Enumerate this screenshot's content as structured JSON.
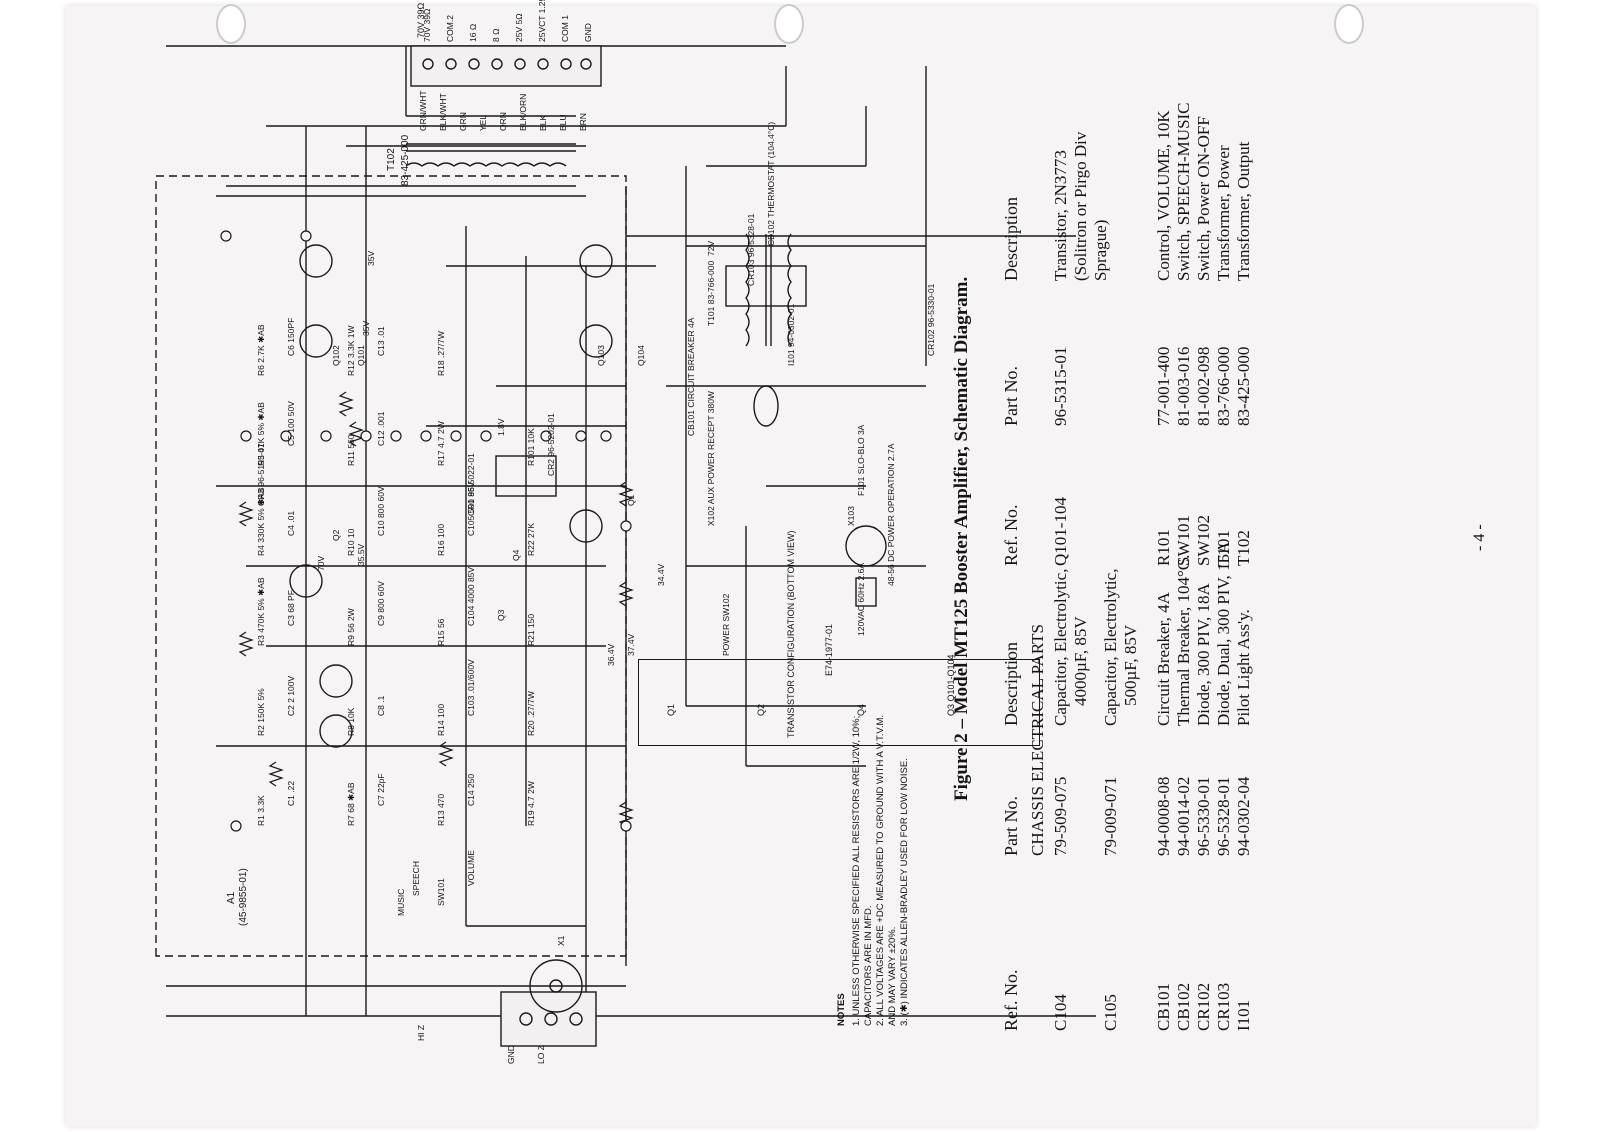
{
  "figure_caption": "Figure 2 – Model MT125 Booster Amplifier, Schematic Diagram.",
  "page_number": "- 4 -",
  "drawing_number": "E74-1977-01",
  "notes": {
    "title": "NOTES",
    "items": [
      "1. UNLESS OTHERWISE SPECIFIED ALL RESISTORS ARE 1/2W, 10%; CAPACITORS ARE IN MFD.",
      "2. ALL VOLTAGES ARE +DC MEASURED TO GROUND WITH A V.T.V.M. AND MAY VARY ±20%.",
      "3. (✱) INDICATES ALLEN-BRADLEY USED FOR LOW NOISE."
    ]
  },
  "transistor_config": {
    "title": "TRANSISTOR CONFIGURATION (BOTTOM VIEW)",
    "labels": [
      "Q1",
      "Q2",
      "Q4",
      "Q3 Q101-Q104"
    ]
  },
  "parts_table_left": {
    "headers": [
      "Ref. No.",
      "Part No.",
      "Description"
    ],
    "section_title": "CHASSIS ELECTRICAL PARTS",
    "rows": [
      {
        "ref": "C104",
        "part": "79-509-075",
        "desc": "Capacitor, Electrolytic,",
        "desc2": "4000µF, 85V"
      },
      {
        "ref": "C105",
        "part": "79-009-071",
        "desc": "Capacitor, Electrolytic,",
        "desc2": "500µF, 85V"
      },
      {
        "ref": "CB101",
        "part": "94-0008-08",
        "desc": "Circuit Breaker, 4A"
      },
      {
        "ref": "CB102",
        "part": "94-0014-02",
        "desc": "Thermal Breaker, 104°C."
      },
      {
        "ref": "CR102",
        "part": "96-5330-01",
        "desc": "Diode, 300 PIV, 18A"
      },
      {
        "ref": "CR103",
        "part": "96-5328-01",
        "desc": "Diode, Dual, 300 PIV, 15A"
      },
      {
        "ref": "I101",
        "part": "94-0302-04",
        "desc": "Pilot Light Ass'y."
      }
    ]
  },
  "parts_table_right": {
    "headers": [
      "Ref. No.",
      "Part No.",
      "Description"
    ],
    "rows": [
      {
        "ref": "Q101-104",
        "part": "96-5315-01",
        "desc": "Transistor, 2N3773",
        "desc2": "(Solitron or Pirgo Div",
        "desc3": "Sprague)"
      },
      {
        "ref": "R101",
        "part": "77-001-400",
        "desc": "Control, VOLUME, 10K"
      },
      {
        "ref": "SW101",
        "part": "81-003-016",
        "desc": "Switch, SPEECH-MUSIC"
      },
      {
        "ref": "SW102",
        "part": "81-002-098",
        "desc": "Switch, Power ON-OFF"
      },
      {
        "ref": "T101",
        "part": "83-766-000",
        "desc": "Transformer, Power"
      },
      {
        "ref": "T102",
        "part": "83-425-000",
        "desc": "Transformer, Output"
      }
    ]
  },
  "schematic_labels": {
    "board": "A1",
    "board_part": "(45-9855-01)",
    "output_transformer": "T102",
    "output_transformer_part": "83-425-000",
    "taps": [
      "70V 39Ω",
      "COM.2",
      "16 Ω",
      "8 Ω",
      "25V 5Ω",
      "25VCT 1.25Ω",
      "COM 1",
      "GND"
    ],
    "wire_colors": [
      "GRN/WHT",
      "BLK/WHT",
      "GRN",
      "YEL",
      "ORN",
      "BLK/ORN",
      "BLK",
      "BLU",
      "BRN"
    ],
    "transistors": [
      "Q1",
      "Q2",
      "Q3",
      "Q4",
      "Q101",
      "Q102",
      "Q103",
      "Q104"
    ],
    "voltages": [
      "70V",
      "35.5V",
      "35V",
      "35V",
      "34.4V",
      "36.4V",
      "37.4V",
      "1.8V",
      "72V"
    ],
    "resistors": [
      "R1 3.3K",
      "R2 150K 5%",
      "R3 470K 5% ✱AB",
      "R4 330K 5% ✱AB",
      "R5 47K 5% ✱AB",
      "R6 2.7K ✱AB",
      "R7 68 ✱AB",
      "R8 10K",
      "R9 56 2W",
      "R10 10",
      "R11 560",
      "R12 3.3K 1W",
      "R13 470",
      "R14 100",
      "R15 56",
      "R16 100",
      "R17 4.7 2W",
      "R18 .27/7W",
      "R19 4.7 2W",
      "R20 .27/7W",
      "R21 150",
      "R22 27K",
      "R101 10K"
    ],
    "capacitors": [
      "C1 .22",
      "C2 2 100V",
      "C3 68 PF",
      "C4 .01",
      "C5 100 50V",
      "C6 150PF",
      "C7 22pF",
      "C8 .1",
      "C9 800 60V",
      "C10 800 60V",
      "C12 .001",
      "C13 .01",
      "C14 250",
      "C103 .01/600V",
      "C104 4000 85V",
      "C105 500 85V"
    ],
    "diodes": [
      "CR1 96-5022-01",
      "CR2 96-5202-01",
      "CR3 96-5193-01",
      "CR102 96-5330-01",
      "CR103 96-5328-01"
    ],
    "switches": [
      "SW101",
      "SPEECH",
      "MUSIC",
      "VOLUME",
      "POWER SW102"
    ],
    "power": [
      "T101 83-766-000",
      "CB101 CIRCUIT BREAKER 4A",
      "CB102 THERMOSTAT (104.4°C)",
      "X102 AUX POWER RECEPT 380W",
      "X103",
      "48-56 DC POWER OPERATION 2.7A",
      "F101 SLO-BLO 3A",
      "I101 94-0302-01",
      "120VAC 60Hz 2.6A"
    ],
    "inputs": [
      "HI Z",
      "LO Z",
      "GND",
      "X1"
    ]
  },
  "colors": {
    "paper": "#f6f4f4",
    "ink": "#151515"
  }
}
